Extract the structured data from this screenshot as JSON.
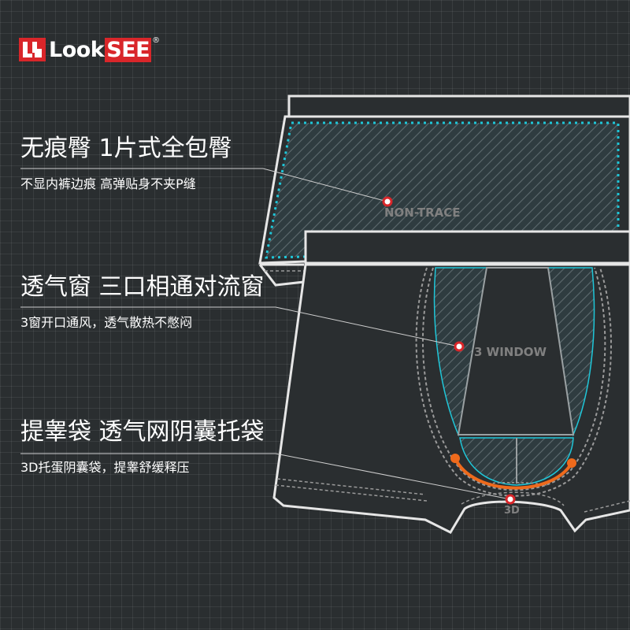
{
  "brand": {
    "logo_text": "Look",
    "logo_text_see": "SEE",
    "registered": "®"
  },
  "features": [
    {
      "title": "无痕臀 1片式全包臀",
      "description": "不显内裤边痕 高弹贴身不夹P缝"
    },
    {
      "title": "透气窗 三口相通对流窗",
      "description": "3窗开口通风，透气散热不憋闷"
    },
    {
      "title": "提睾袋 透气网阴囊托袋",
      "description": "3D托蛋阴囊袋，提睾舒缓释压"
    }
  ],
  "diagram_labels": {
    "back_panel": "NON-TRACE",
    "front_panel": "3 WINDOW",
    "pouch": "3D"
  },
  "colors": {
    "background": "#2a2e30",
    "outline": "#e6e6e6",
    "accent_cyan": "#1fc6d8",
    "accent_orange": "#ee6a1c",
    "marker_red": "#d9262a",
    "brand_red": "#d9262a"
  }
}
